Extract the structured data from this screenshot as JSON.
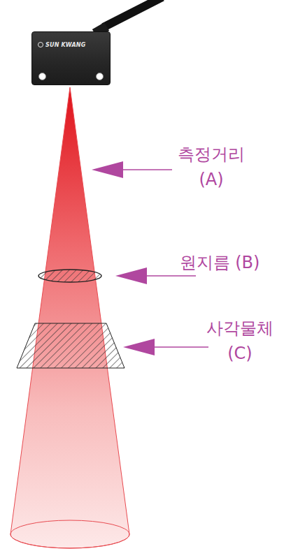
{
  "diagram": {
    "nodes": [
      {
        "text": [
          "SUN KWANG"
        ]
      }
    ],
    "labels": [
      "측정거리 (A)",
      "원지름 (B)",
      "사각물체 (C)"
    ]
  }
}
